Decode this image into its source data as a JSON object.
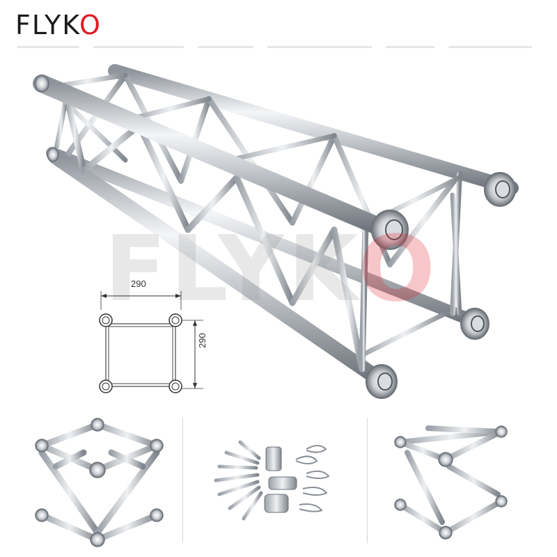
{
  "brand": {
    "logo_text": "FLYKO",
    "logo_main": "FLYK",
    "logo_accent": "O"
  },
  "watermark": {
    "main": "FLYK",
    "accent": "O"
  },
  "dimensions": {
    "width_label": "290",
    "height_label": "290"
  },
  "colors": {
    "brand_black": "#1a1a1a",
    "brand_red": "#e11b22",
    "aluminum": "#c9ccd1"
  }
}
